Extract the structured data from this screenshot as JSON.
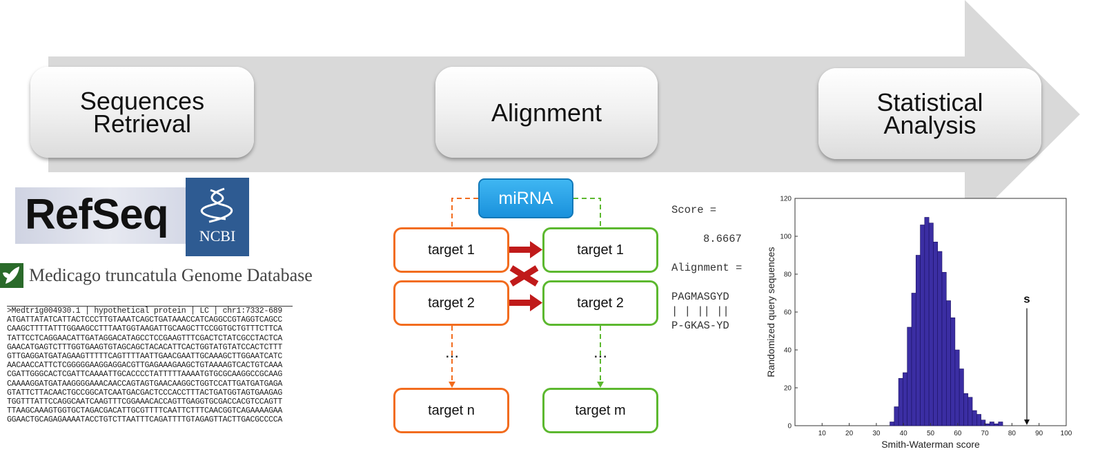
{
  "pipeline": {
    "stages": [
      {
        "label": "Sequences\nRetrieval"
      },
      {
        "label": "Alignment"
      },
      {
        "label": "Statistical\nAnalysis"
      }
    ],
    "arrow_color": "#d9d9d9"
  },
  "sources": {
    "refseq_logo": "RefSeq",
    "ncbi_logo": "NCBI",
    "medicago_db": "Medicago truncatula Genome Database",
    "fasta_lines": [
      ">Medtr1g004930.1 | hypothetical protein | LC | chr1:7332-689",
      "ATGATTATATCATTACTCCCTTGTAAATCAGCTGATAAACCATCAGGCCGTAGGTCAGCC",
      "CAAGCTTTTATTTGGAAGCCTTTAATGGTAAGATTGCAAGCTTCCGGTGCTGTTTCTTCA",
      "TATTCCTCAGGAACATTGATAGGACATAGCCTCCGAAGTTTCGACTCTATCGCCTACTCA",
      "GAACATGAGTCTTTGGTGAAGTGTAGCAGCTACACATTCACTGGTATGTATCCACTCTTT",
      "GTTGAGGATGATAGAAGTTTTTCAGTTTTAATTGAACGAATTGCAAAGCTTGGAATCATC",
      "AACAACCATTCTCGGGGGAAGGAGGACGTTGAGAAAGAAGCTGTAAAAGTCACTGTCAAA",
      "CGATTGGGCACTCGATTCAAAATTGCACCCCTATTTTTAAAATGTGCGCAAGGCCGCAAG",
      "CAAAAGGATGATAAGGGGAAACAACCAGTAGTGAACAAGGCTGGTCCATTGATGATGAGA",
      "GTATTCTTACAACTGCCGGCATCAATGACGACTCCCACCTTTACTGATGGTAGTGAAGAG",
      "TGGTTTATTCCAGGCAATCAAGTTTCGGAAACACCAGTTGAGGTGCGACCACGTCCAGTT",
      "TTAAGCAAAGTGGTGCTAGACGACATTGCGTTTTCAATTCTTTCAACGGTCAGAAAAGAA",
      "GGAACTGCAGAGAAAATACCTGTCTTAATTTCAGATTTTGTAGAGTTACTTGACGCCCCA"
    ]
  },
  "alignment": {
    "mirna_label": "miRNA",
    "left_targets": [
      "target 1",
      "target 2",
      "target n"
    ],
    "right_targets": [
      "target 1",
      "target 2",
      "target m"
    ],
    "ellipsis": "...",
    "colors": {
      "left": "#f26c1e",
      "right": "#5cb82f",
      "mirna": "#1f9be0",
      "arrows": "#c01a1a"
    },
    "score_label": "Score =",
    "score_value": "8.6667",
    "alignment_label": "Alignment =",
    "seq_top": "PAGMASGYD",
    "seq_match": "| | || ||",
    "seq_bottom": "P-GKAS-YD"
  },
  "chart_data": {
    "type": "bar",
    "xlabel": "Smith-Waterman score",
    "ylabel": "Randomized query sequences",
    "xlim": [
      0,
      100
    ],
    "ylim": [
      0,
      120
    ],
    "xticks": [
      10,
      20,
      30,
      40,
      50,
      60,
      70,
      80,
      90,
      100
    ],
    "yticks": [
      0,
      20,
      40,
      60,
      80,
      100,
      120
    ],
    "bin_width": 1.6,
    "bins": [
      {
        "x": 35.0,
        "value": 2
      },
      {
        "x": 36.6,
        "value": 10
      },
      {
        "x": 38.2,
        "value": 25
      },
      {
        "x": 39.8,
        "value": 28
      },
      {
        "x": 41.4,
        "value": 52
      },
      {
        "x": 43.0,
        "value": 70
      },
      {
        "x": 44.6,
        "value": 90
      },
      {
        "x": 46.2,
        "value": 106
      },
      {
        "x": 47.8,
        "value": 110
      },
      {
        "x": 49.4,
        "value": 107
      },
      {
        "x": 51.0,
        "value": 97
      },
      {
        "x": 52.6,
        "value": 92
      },
      {
        "x": 54.2,
        "value": 81
      },
      {
        "x": 55.8,
        "value": 66
      },
      {
        "x": 57.4,
        "value": 57
      },
      {
        "x": 59.0,
        "value": 40
      },
      {
        "x": 60.6,
        "value": 30
      },
      {
        "x": 62.2,
        "value": 17
      },
      {
        "x": 63.8,
        "value": 15
      },
      {
        "x": 65.4,
        "value": 8
      },
      {
        "x": 67.0,
        "value": 6
      },
      {
        "x": 68.6,
        "value": 3
      },
      {
        "x": 70.2,
        "value": 1
      },
      {
        "x": 71.8,
        "value": 2
      },
      {
        "x": 73.4,
        "value": 1
      },
      {
        "x": 75.0,
        "value": 2
      }
    ],
    "bar_color": "#3b2ea3",
    "annotation": {
      "label": "s",
      "x": 85.5
    }
  }
}
